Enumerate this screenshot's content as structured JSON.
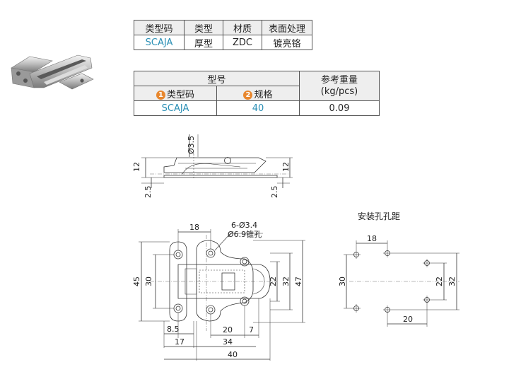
{
  "spec_table": {
    "headers": [
      "类型码",
      "类型",
      "材质",
      "表面处理"
    ],
    "row": [
      "SCAJA",
      "厚型",
      "ZDC",
      "镀亮铬"
    ]
  },
  "model_table": {
    "model_header": "型号",
    "weight_header": "参考重量\n(kg/pcs)",
    "badge1": "1",
    "sub1": "类型码",
    "badge2": "2",
    "sub2": "规格",
    "row": [
      "SCAJA",
      "40",
      "0.09"
    ]
  },
  "side_view": {
    "dims": {
      "dia": "Ø3.5",
      "h_left": "12",
      "h_right": "12",
      "t_left": "2.5",
      "t_right": "2.5"
    }
  },
  "front_view": {
    "note_holes": "6-Ø3.4",
    "note_csk": "Ø6.9锥孔",
    "dims": {
      "d18": "18",
      "d45": "45",
      "d30": "30",
      "d22": "22",
      "d32": "32",
      "d47": "47",
      "d8_5": "8.5",
      "d17": "17",
      "d20": "20",
      "d7": "7",
      "d34": "34",
      "d40": "40"
    }
  },
  "mount_view": {
    "title": "安装孔孔距",
    "dims": {
      "d18": "18",
      "d30": "30",
      "d22": "22",
      "d32": "32",
      "d20": "20"
    }
  }
}
